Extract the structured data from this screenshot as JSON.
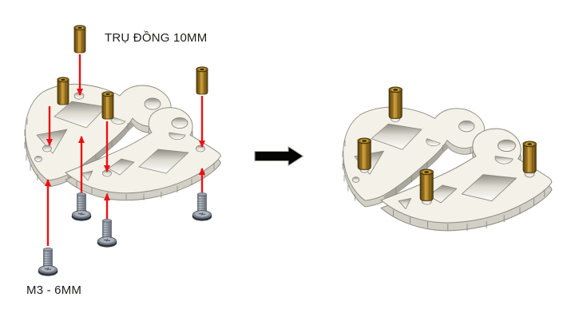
{
  "diagram": {
    "labels": {
      "standoff_label": "TRỤ ĐỒNG 10MM",
      "screw_label": "M3 - 6MM"
    },
    "views": {
      "left": "exploded",
      "right": "assembled"
    },
    "parts": {
      "brass_standoff": {
        "label": "TRỤ ĐỒNG 10MM",
        "count_exploded": 4,
        "count_assembled": 4
      },
      "machine_screw": {
        "label": "M3 - 6MM",
        "count": 4
      },
      "side_plates": {
        "count_per_view": 2
      }
    },
    "colors": {
      "background": "#ffffff",
      "plate_face": "#f4f2e8",
      "plate_edge": "#d2d0c6",
      "plate_outline": "#8a887e",
      "brass": "#bd9030",
      "screw_grey": "#9aa1ab",
      "arrow_red": "#ec1013",
      "step_arrow_black": "#060606",
      "text": "#1d1d1b"
    }
  }
}
